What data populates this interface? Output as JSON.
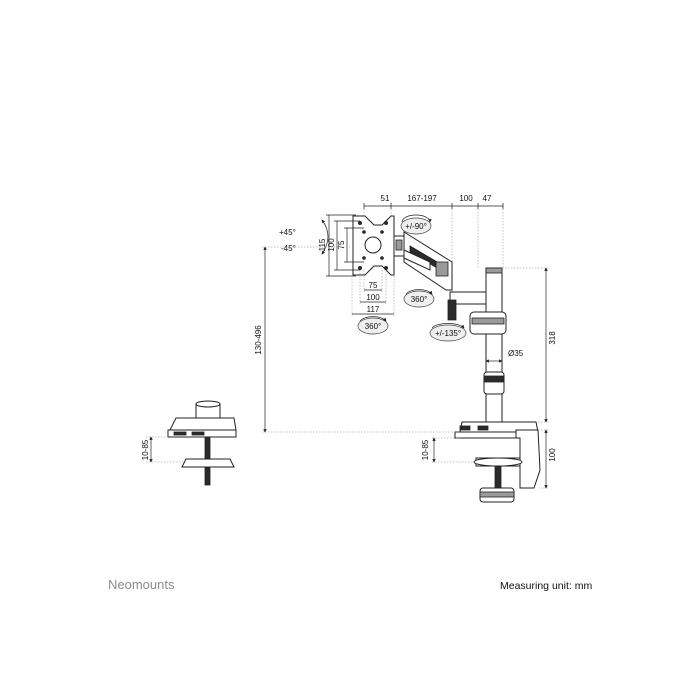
{
  "brand": "Neomounts",
  "measuring_unit": "Measuring unit: mm",
  "dimensions": {
    "arm_segment_a": "51",
    "arm_segment_b": "167-197",
    "arm_segment_c": "100",
    "arm_segment_d": "47",
    "tilt_up": "+45°",
    "tilt_down": "-45°",
    "vesa_outer_height": "115",
    "vesa_height_100": "100",
    "vesa_height_75": "75",
    "vesa_width_75": "75",
    "vesa_width_100": "100",
    "vesa_outer_width": "117",
    "plate_rotation": "360°",
    "swivel_head": "+/-90°",
    "arm_rotation": "360°",
    "arm_swivel": "+/-135°",
    "pole_diameter": "Ø35",
    "height_range": "130-496",
    "pole_height": "318",
    "clamp_thickness_left": "10-85",
    "clamp_thickness_right": "10-85",
    "clamp_height": "100"
  },
  "icons": {
    "rotation": "rotation-arrow-icon"
  }
}
